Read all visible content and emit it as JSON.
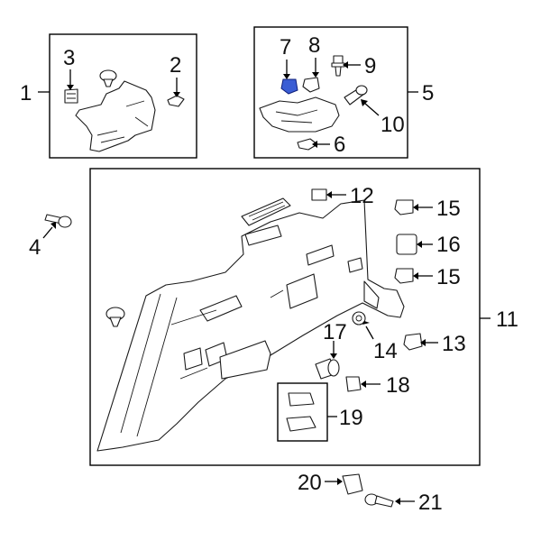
{
  "callouts": {
    "c1": "1",
    "c2": "2",
    "c3": "3",
    "c4": "4",
    "c5": "5",
    "c6": "6",
    "c7": "7",
    "c8": "8",
    "c9": "9",
    "c10": "10",
    "c11": "11",
    "c12": "12",
    "c13": "13",
    "c14": "14",
    "c15a": "15",
    "c15b": "15",
    "c16": "16",
    "c17": "17",
    "c18": "18",
    "c19": "19",
    "c20": "20",
    "c21": "21"
  },
  "colors": {
    "highlight": "#3a5dd4",
    "line": "#000000"
  },
  "highlighted_part": "7"
}
